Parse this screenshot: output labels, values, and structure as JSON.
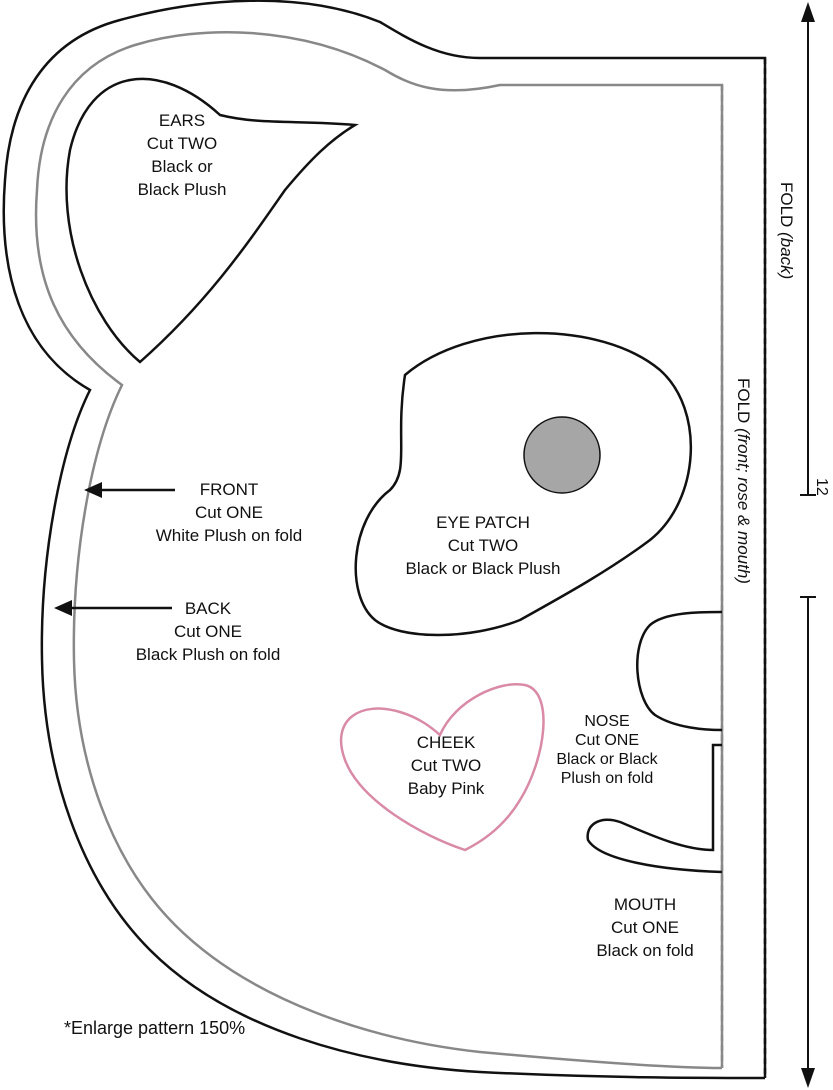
{
  "pieces": {
    "ears": {
      "lines": [
        "EARS",
        "Cut TWO",
        "Black or",
        "Black Plush"
      ]
    },
    "front": {
      "lines": [
        "FRONT",
        "Cut ONE",
        "White Plush on fold"
      ]
    },
    "back": {
      "lines": [
        "BACK",
        "Cut ONE",
        "Black Plush on fold"
      ]
    },
    "eye_patch": {
      "lines": [
        "EYE PATCH",
        "Cut TWO",
        "Black or Black Plush"
      ]
    },
    "cheek": {
      "lines": [
        "CHEEK",
        "Cut TWO",
        "Baby Pink"
      ]
    },
    "nose": {
      "lines": [
        "NOSE",
        "Cut ONE",
        "Black or Black",
        "Plush on fold"
      ]
    },
    "mouth": {
      "lines": [
        "MOUTH",
        "Cut ONE",
        "Black on fold"
      ]
    }
  },
  "fold_back": {
    "main": "FOLD",
    "sub": "(back)"
  },
  "fold_front": {
    "main": "FOLD",
    "sub": "(front; rose & mouth)"
  },
  "dimension": "12",
  "note": "*Enlarge pattern 150%",
  "colors": {
    "outline": "#111111",
    "inner_outline": "#888888",
    "cheek": "#d98aa6",
    "eye": "#a6a6a6"
  }
}
